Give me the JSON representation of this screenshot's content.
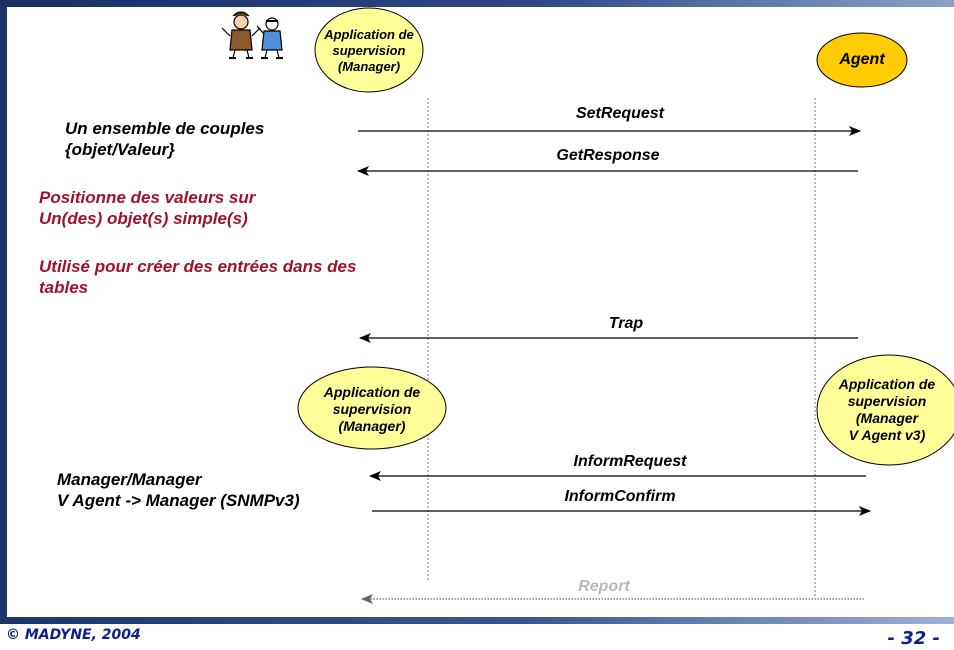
{
  "top": {
    "manager_ellipse": [
      "Application de",
      "supervision",
      "(Manager)"
    ],
    "agent_ellipse": "Agent"
  },
  "messages": {
    "set_request": "SetRequest",
    "get_response": "GetResponse",
    "trap": "Trap",
    "inform_request": "InformRequest",
    "inform_confirm": "InformConfirm",
    "report": "Report"
  },
  "left_texts": {
    "couples_line1": "Un ensemble de couples",
    "couples_line2": "{objet/Valeur}",
    "positionne_line1": "Positionne des valeurs sur",
    "positionne_line2": "Un(des) objet(s) simple(s)",
    "utilise_line1": "Utilisé pour créer des entrées dans des",
    "utilise_line2": "tables",
    "manager_line1": "Manager/Manager",
    "manager_line2": "V Agent -> Manager (SNMPv3)"
  },
  "bottom": {
    "left_ellipse": [
      "Application de",
      "supervision",
      "(Manager)"
    ],
    "right_ellipse": [
      "Application de",
      "supervision",
      "(Manager",
      "V Agent v3)"
    ]
  },
  "footer": {
    "copyright": "© MADYNE, 2004",
    "page_number": "- 32 -"
  },
  "colors": {
    "ellipse_fill": "#ffff99",
    "agent_fill": "#ffcc00",
    "note_red": "#a0122b",
    "footer_blue": "#0b1f8f",
    "frame_navy": "#1e3468"
  }
}
